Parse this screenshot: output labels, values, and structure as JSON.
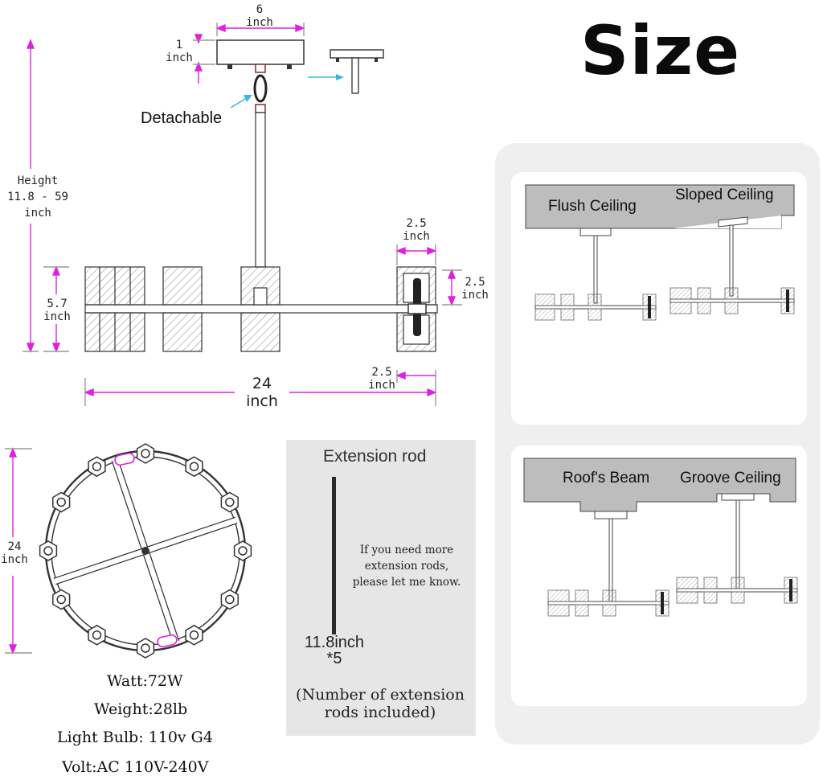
{
  "title": "Size",
  "detachable_label": "Detachable",
  "dimensions": {
    "canopy_width": {
      "value": "6",
      "unit": "inch"
    },
    "canopy_height": {
      "value": "1",
      "unit": "inch"
    },
    "height": {
      "label": "Height",
      "range": "11.8 - 59",
      "unit": "inch"
    },
    "body_height": {
      "value": "5.7",
      "unit": "inch"
    },
    "shade_width": {
      "value": "2.5",
      "unit": "inch"
    },
    "shade_height": {
      "value": "2.5",
      "unit": "inch"
    },
    "shade_depth": {
      "value": "2.5",
      "unit": "inch"
    },
    "total_width": {
      "value": "24",
      "unit": "inch"
    },
    "diameter": {
      "value": "24",
      "unit": "inch"
    }
  },
  "specs": [
    "Watt:72W",
    "Weight:28lb",
    "Light Bulb: 110v G4",
    "Volt:AC 110V-240V"
  ],
  "extension_rod": {
    "title": "Extension rod",
    "note_lines": [
      "If you need more",
      "extension rods,",
      "please let me know."
    ],
    "length": "11.8inch",
    "quantity": "*5",
    "included_lines": [
      "(Number of extension",
      "rods included)"
    ]
  },
  "ceiling_types": [
    {
      "label": "Flush Ceiling"
    },
    {
      "label": "Sloped Ceiling"
    },
    {
      "label": "Roof's Beam"
    },
    {
      "label": "Groove Ceiling"
    }
  ],
  "colors": {
    "dimension": "#e020e0",
    "pointer": "#3bb8d8",
    "line": "#333333",
    "panel": "#e6e6e6"
  }
}
